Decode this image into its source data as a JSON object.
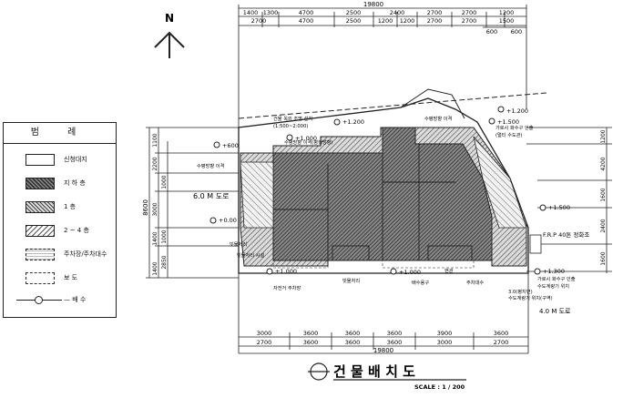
{
  "north": {
    "label": "N"
  },
  "legend": {
    "title": "범 례",
    "items": [
      {
        "label": "신청대지",
        "style": "white"
      },
      {
        "label": "지 하 층",
        "style": "dark"
      },
      {
        "label": "1 층",
        "style": "mid"
      },
      {
        "label": "2 ~ 4 층",
        "style": "light"
      },
      {
        "label": "주차장/주차대수",
        "style": "dash"
      },
      {
        "label": "보 도",
        "style": "dot"
      },
      {
        "label": "— 배 수",
        "style": "line"
      }
    ]
  },
  "dimensions": {
    "top_total": "19800",
    "top_row1": [
      "1400",
      "1300",
      "4700",
      "2500",
      "2400",
      "2700",
      "2700",
      "1200"
    ],
    "top_row2": [
      "2700",
      "4700",
      "2500",
      "1200",
      "1200",
      "2700",
      "2700",
      "1500"
    ],
    "top_row3": [
      "600",
      "600"
    ],
    "bottom_total": "19800",
    "bottom_row1": [
      "3000",
      "3600",
      "3600",
      "3600",
      "3900",
      "3600"
    ],
    "bottom_row2": [
      "2700",
      "3600",
      "3600",
      "3600",
      "3000",
      "2700"
    ],
    "left_total": "8600",
    "left": [
      "1100",
      "2200",
      "1000",
      "3000",
      "1000",
      "1400",
      "2850",
      "1400"
    ],
    "right": [
      "1200",
      "4200",
      "1600",
      "2400",
      "1600"
    ]
  },
  "levels": [
    {
      "id": "lv1",
      "text": "+1.200"
    },
    {
      "id": "lv2",
      "text": "+1.500"
    },
    {
      "id": "lv3",
      "text": "+1.000"
    },
    {
      "id": "lv4",
      "text": "+0.00"
    },
    {
      "id": "lv5",
      "text": "+1.500"
    },
    {
      "id": "lv6",
      "text": "+1.300"
    },
    {
      "id": "lv7",
      "text": "+1.000"
    },
    {
      "id": "lv8",
      "text": "+1.200"
    },
    {
      "id": "lv9",
      "text": "+600"
    },
    {
      "id": "lv10",
      "text": "+1.000"
    }
  ],
  "annotations": {
    "road_west": "6.0 M 도로",
    "road_south": "4.0 M 도로",
    "frp": "F.R.P 40톤 정화조",
    "note_top1": "건물 옥외 조명 설치",
    "note_top2": "(1:500~2:000)",
    "note_top3": "수평방향 이격(평행방향)",
    "note_top4": "수평방향 이격",
    "note_left1": "수평방향 이격",
    "note_left2": "빗물처리",
    "note_left3": "빗물처리 시설",
    "note_bot1": "자전거 주차장",
    "note_bot2": "빗물처리",
    "note_bot3": "배수용구",
    "note_bot4": "주차대수",
    "note_right1": "가로시 화수구 인출",
    "note_right2": "(멀티 수도관)",
    "note_right3": "가로시 화수구 인출",
    "note_right4": "수도계량기 위치",
    "note_gate": "현관",
    "note_low1": "3.0(평지면)",
    "note_low2": "수도계량기 위치(구역)"
  },
  "title": {
    "text": "건 물 배 치 도",
    "scale": "SCALE : 1 / 200"
  }
}
